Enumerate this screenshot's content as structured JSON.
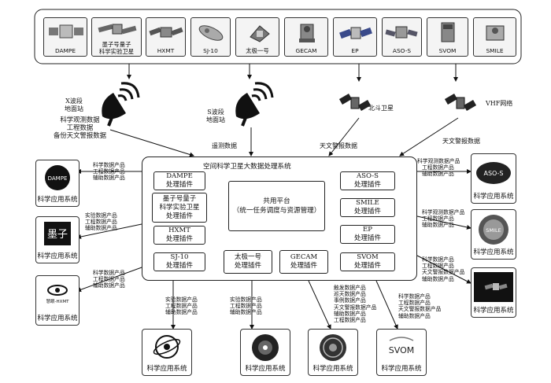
{
  "satellites": [
    {
      "label": "DAMPE"
    },
    {
      "label": "墨子号量子\n科学实验卫星"
    },
    {
      "label": "HXMT"
    },
    {
      "label": "SJ-10"
    },
    {
      "label": "太极一号"
    },
    {
      "label": "GECAM"
    },
    {
      "label": "EP"
    },
    {
      "label": "ASO-S"
    },
    {
      "label": "SVOM"
    },
    {
      "label": "SMILE"
    }
  ],
  "stations": {
    "x_band": [
      "X波段",
      "地面站"
    ],
    "x_band_data": [
      "科学观测数据",
      "工程数据",
      "备份天文警报数据"
    ],
    "s_band": [
      "S波段",
      "地面站"
    ],
    "s_band_data": "遥测数据",
    "beidou": "北斗卫星",
    "beidou_data": "天文警报数据",
    "vhf": "VHF网络",
    "vhf_data": "天文警报数据"
  },
  "center": {
    "title": "空间科学卫星大数据处理系统",
    "platform": [
      "共用平台",
      "（统一任务调度与资源管理）"
    ]
  },
  "plugins_left": [
    [
      "DAMPE",
      "处理插件"
    ],
    [
      "墨子号量子",
      "科学实验卫星",
      "处理插件"
    ],
    [
      "HXMT",
      "处理插件"
    ],
    [
      "SJ-10",
      "处理插件"
    ]
  ],
  "plugins_bottom": [
    [
      "太极一号",
      "处理插件"
    ],
    [
      "GECAM",
      "处理插件"
    ]
  ],
  "plugins_right": [
    [
      "ASO-S",
      "处理插件"
    ],
    [
      "SMILE",
      "处理插件"
    ],
    [
      "EP",
      "处理插件"
    ],
    [
      "SVOM",
      "处理插件"
    ]
  ],
  "app_label": "科学应用系统",
  "products": {
    "left1": [
      "科学数据产品",
      "工程数据产品",
      "辅助数据产品"
    ],
    "left2": [
      "实验数据产品",
      "工程数据产品",
      "辅助数据产品"
    ],
    "left3": [
      "科学数据产品",
      "工程数据产品",
      "辅助数据产品"
    ],
    "right1": [
      "科学观测数据产品",
      "工程数据产品",
      "辅助数据产品"
    ],
    "right2": [
      "科学观测数据产品",
      "工程数据产品",
      "辅助数据产品"
    ],
    "right3": [
      "科学数据产品",
      "工程数据产品",
      "天文警报数据产品",
      "辅助数据产品"
    ],
    "bottom1": [
      "实验数据产品",
      "工程数据产品",
      "辅助数据产品"
    ],
    "bottom2": [
      "实验数据产品",
      "工程数据产品",
      "辅助数据产品"
    ],
    "bottom3": [
      "触发数据产品",
      "巡天数据产品",
      "事例数据产品",
      "天文警报数据产品",
      "辅助数据产品",
      "工程数据产品"
    ],
    "bottom4": [
      "科学数据产品",
      "工程数据产品",
      "天文警报数据产品",
      "辅助数据产品"
    ]
  },
  "logos": {
    "hxmt_text": "慧眼-HXMT",
    "moz_text": "墨子",
    "dampe_text": "DAMPE",
    "svom_text": "SVOM",
    "smile_text": "SMILE",
    "aso_text": "ASO-S"
  }
}
